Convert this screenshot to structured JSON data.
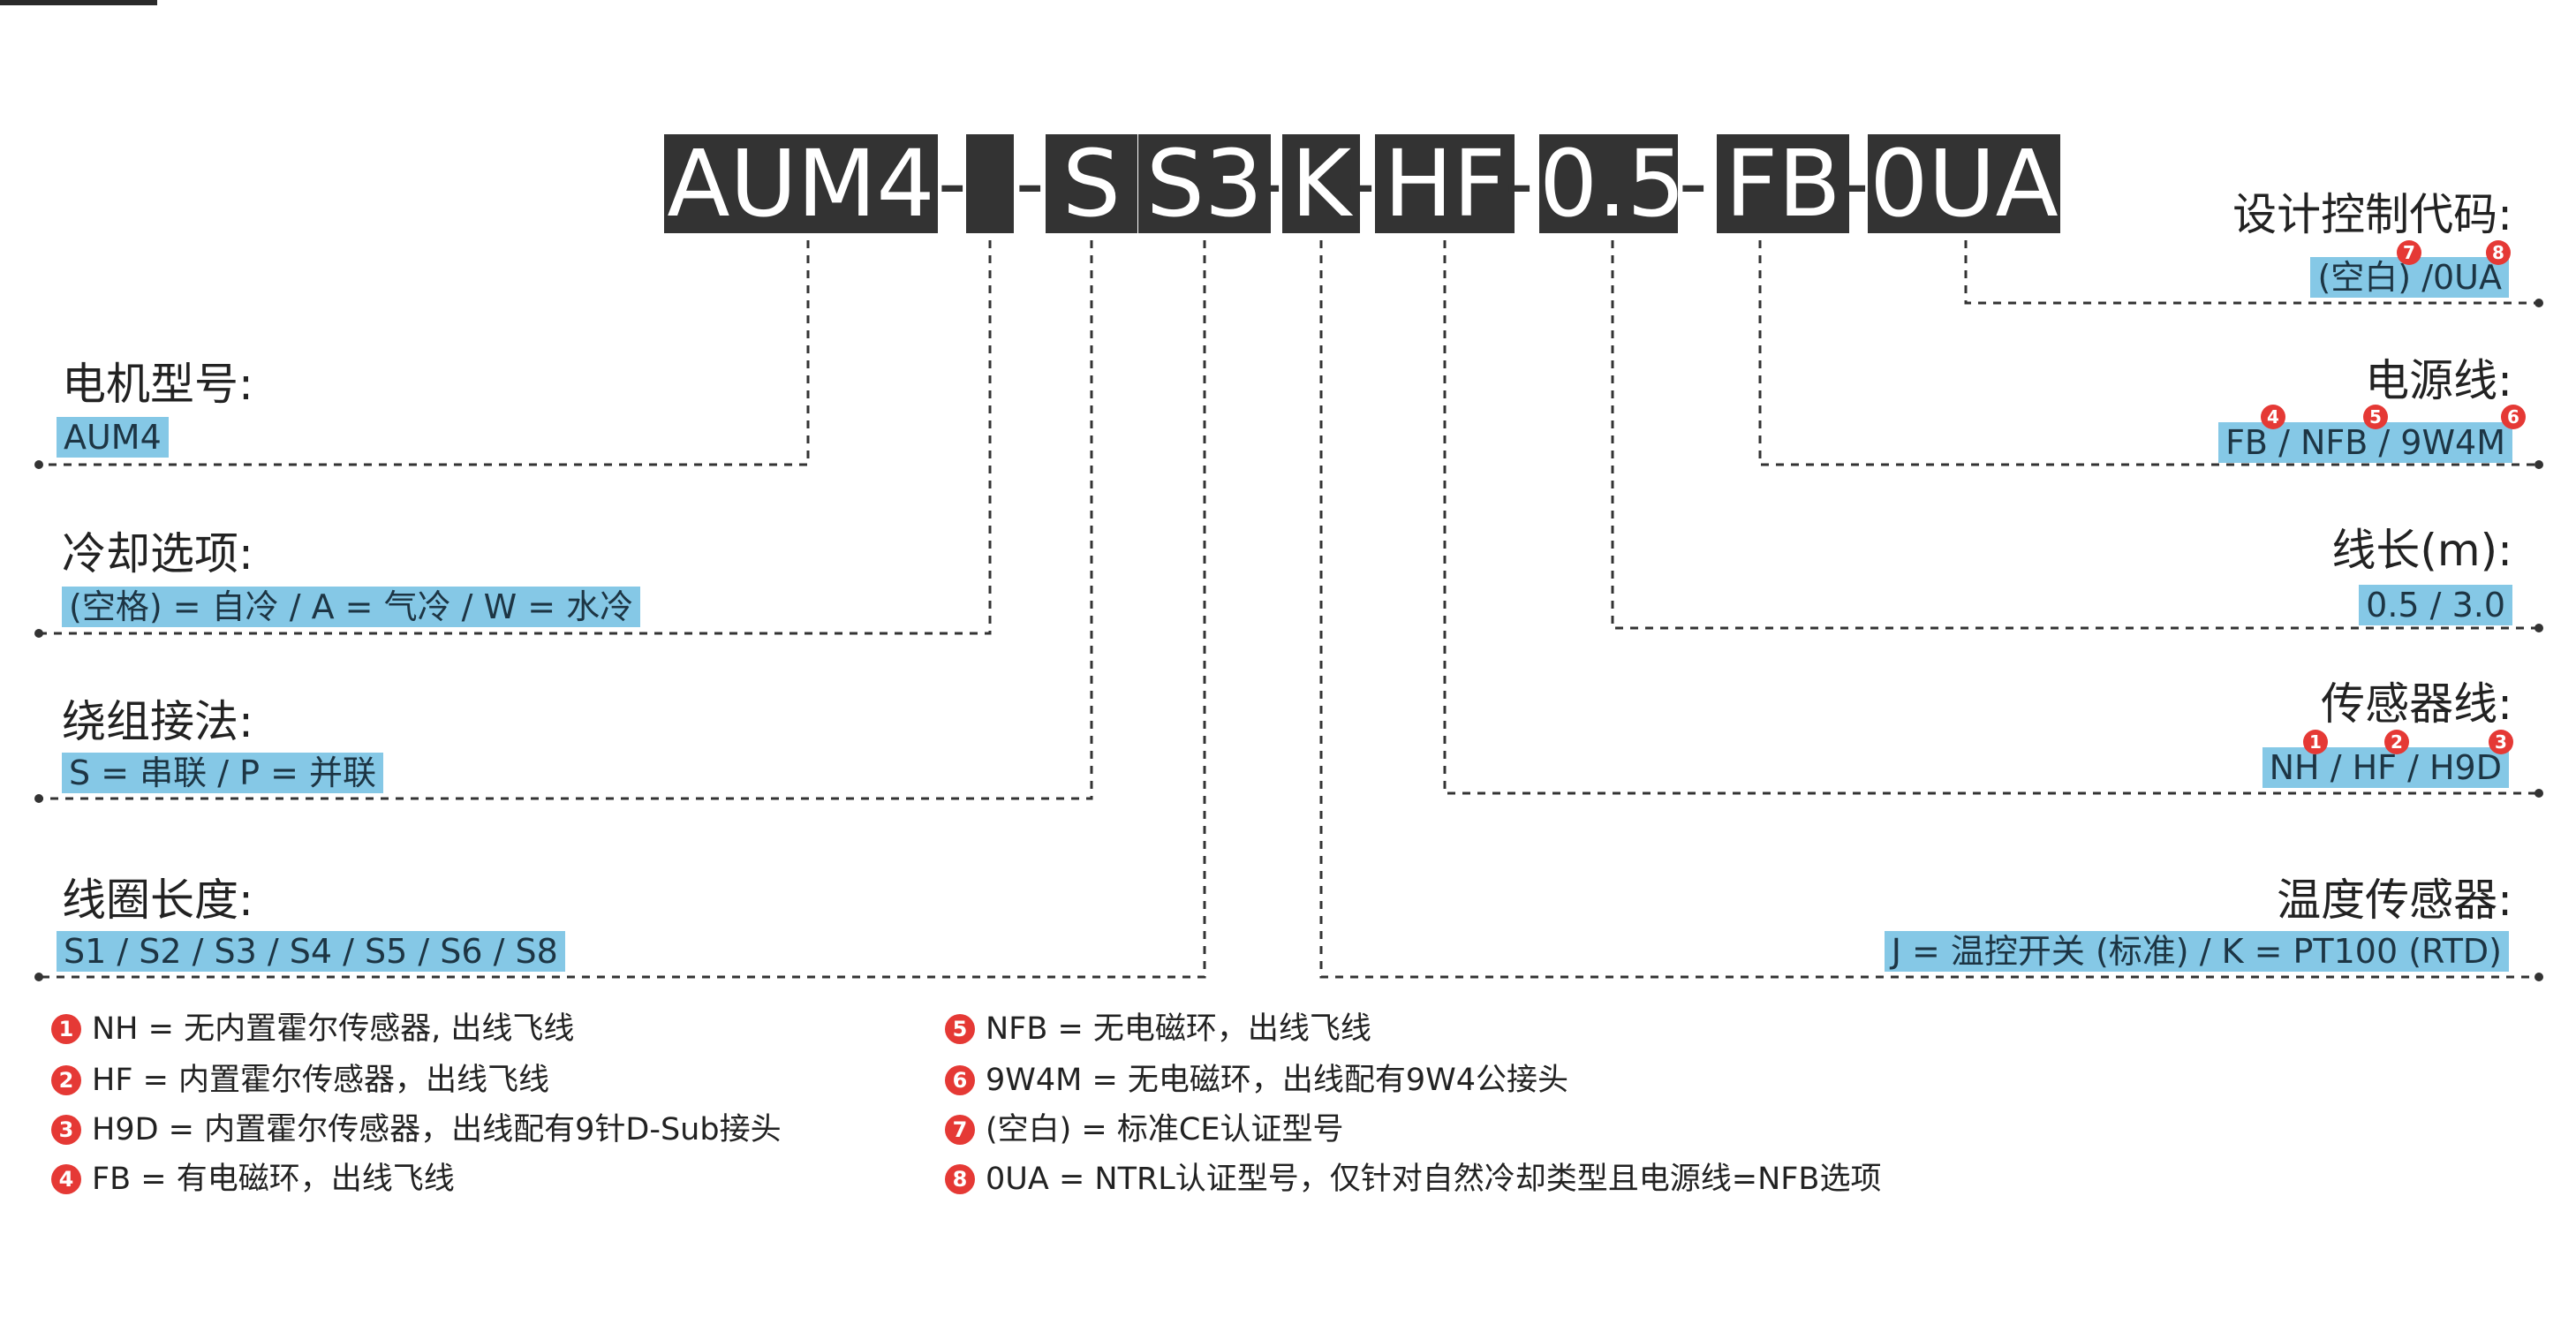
{
  "model_code": {
    "segments": [
      "AUM4",
      "",
      "S",
      "S3",
      "K",
      "HF",
      "0.5",
      "FB",
      "0UA"
    ],
    "separator": "-"
  },
  "left_options": [
    {
      "title": "电机型号:",
      "value": "AUM4"
    },
    {
      "title": "冷却选项:",
      "value": "(空格) = 自冷 / A = 气冷 / W = 水冷"
    },
    {
      "title": "绕组接法:",
      "value": "S = 串联 / P = 并联"
    },
    {
      "title": "线圈长度:",
      "value": "S1 / S2 / S3 / S4 / S5 / S6 / S8"
    }
  ],
  "right_options": [
    {
      "title": "设计控制代码:",
      "value": "(空白) /0UA",
      "markers": [
        "7",
        "8"
      ]
    },
    {
      "title": "电源线:",
      "value": "FB / NFB / 9W4M",
      "markers": [
        "4",
        "5",
        "6"
      ]
    },
    {
      "title": "线长(m):",
      "value": "0.5 / 3.0",
      "markers": []
    },
    {
      "title": "传感器线:",
      "value": "NH / HF / H9D",
      "markers": [
        "1",
        "2",
        "3"
      ]
    },
    {
      "title": "温度传感器:",
      "value": "J = 温控开关 (标准) / K = PT100 (RTD)",
      "markers": []
    }
  ],
  "notes_left": [
    {
      "num": "1",
      "text": "NH = 无内置霍尔传感器, 出线飞线"
    },
    {
      "num": "2",
      "text": "HF = 内置霍尔传感器，出线飞线"
    },
    {
      "num": "3",
      "text": "H9D = 内置霍尔传感器，出线配有9针D-Sub接头"
    },
    {
      "num": "4",
      "text": "FB = 有电磁环，出线飞线"
    }
  ],
  "notes_right": [
    {
      "num": "5",
      "text": "NFB = 无电磁环，出线飞线"
    },
    {
      "num": "6",
      "text": "9W4M = 无电磁环，出线配有9W4公接头"
    },
    {
      "num": "7",
      "text": "(空白) = 标准CE认证型号"
    },
    {
      "num": "8",
      "text": "0UA = NTRL认证型号，仅针对自然冷却类型且电源线=NFB选项"
    }
  ],
  "colors": {
    "code_bg": "#333333",
    "value_bg": "#85c8e6",
    "marker": "#e53935",
    "line": "#333333"
  }
}
